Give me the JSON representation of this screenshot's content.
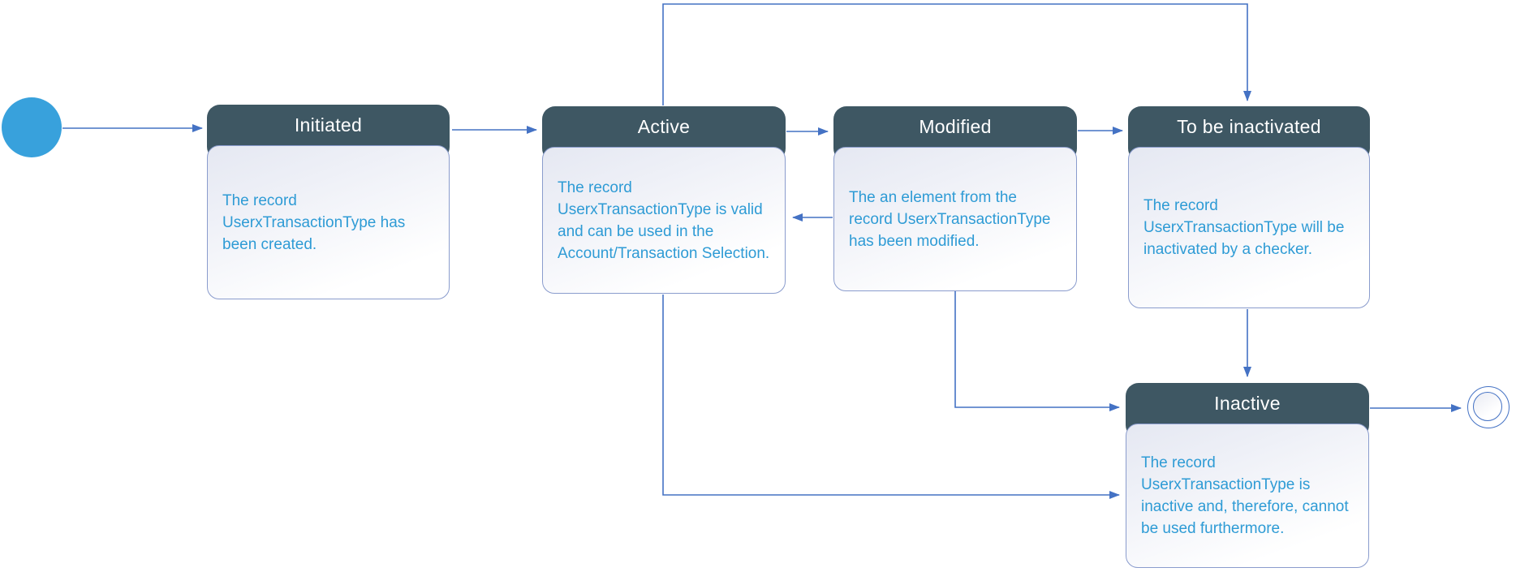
{
  "colors": {
    "state_header_bg": "#3e5763",
    "state_header_text": "#ffffff",
    "state_body_text": "#2e9bd5",
    "state_border": "#8a9ccd",
    "arrow": "#4472c4",
    "initial_node_fill": "#38a1dc",
    "body_gradient_top": "#e5e8f2",
    "body_gradient_bottom": "#ffffff"
  },
  "states": [
    {
      "id": "initiated",
      "label": "Initiated",
      "description": "The record UserxTransactionType has been created."
    },
    {
      "id": "active",
      "label": "Active",
      "description": "The record UserxTransactionType is valid and can be used in the  Account/Transaction Selection."
    },
    {
      "id": "modified",
      "label": "Modified",
      "description": "The an element from the record UserxTransactionType has been modified."
    },
    {
      "id": "to-be-inactivated",
      "label": "To be inactivated",
      "description": "The record UserxTransactionType will be inactivated by a checker."
    },
    {
      "id": "inactive",
      "label": "Inactive",
      "description": "The record UserxTransactionType is inactive and, therefore, cannot be used furthermore."
    }
  ],
  "nodes": {
    "initial": "initial-state",
    "final": "final-state"
  },
  "transitions": [
    {
      "from": "initial",
      "to": "Initiated"
    },
    {
      "from": "Initiated",
      "to": "Active"
    },
    {
      "from": "Active",
      "to": "Modified"
    },
    {
      "from": "Modified",
      "to": "Active"
    },
    {
      "from": "Modified",
      "to": "To be inactivated"
    },
    {
      "from": "Active",
      "to": "To be inactivated"
    },
    {
      "from": "To be inactivated",
      "to": "Inactive"
    },
    {
      "from": "Modified",
      "to": "Inactive"
    },
    {
      "from": "Active",
      "to": "Inactive"
    },
    {
      "from": "Inactive",
      "to": "final"
    }
  ]
}
